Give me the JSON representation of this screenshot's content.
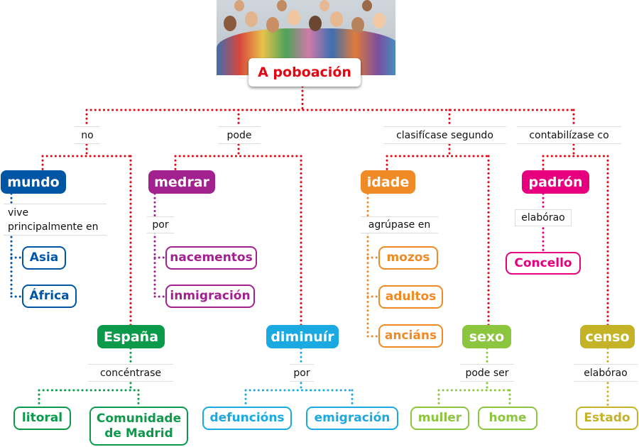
{
  "title": "A poboación",
  "colors": {
    "red": "#e30613",
    "blue": "#0055a5",
    "purple": "#a3218e",
    "orange": "#f08a24",
    "magenta": "#e6007e",
    "green": "#0a9a4a",
    "cyan": "#1aa9e0",
    "lightgreen": "#8cc63f",
    "olive": "#c4b227"
  },
  "links": {
    "no": "no",
    "pode": "pode",
    "clasificase": "clasifícase segundo",
    "contabilizase": "contabilízase co"
  },
  "mundo": {
    "label": "mundo",
    "link": "vive principalmente en",
    "children": [
      "Asia",
      "África"
    ]
  },
  "medrar": {
    "label": "medrar",
    "link": "por",
    "children": [
      "nacementos",
      "inmigración"
    ]
  },
  "idade": {
    "label": "idade",
    "link": "agrúpase en",
    "children": [
      "mozos",
      "adultos",
      "anciáns"
    ]
  },
  "padron": {
    "label": "padrón",
    "link": "elabórao",
    "children": [
      "Concello"
    ]
  },
  "espana": {
    "label": "España",
    "link": "concéntrase",
    "children": [
      "litoral",
      "Comunidade de Madrid"
    ]
  },
  "diminuir": {
    "label": "diminuír",
    "link": "por",
    "children": [
      "defuncións",
      "emigración"
    ]
  },
  "sexo": {
    "label": "sexo",
    "link": "pode ser",
    "children": [
      "muller",
      "home"
    ]
  },
  "censo": {
    "label": "censo",
    "link": "elabórao",
    "children": [
      "Estado"
    ]
  }
}
